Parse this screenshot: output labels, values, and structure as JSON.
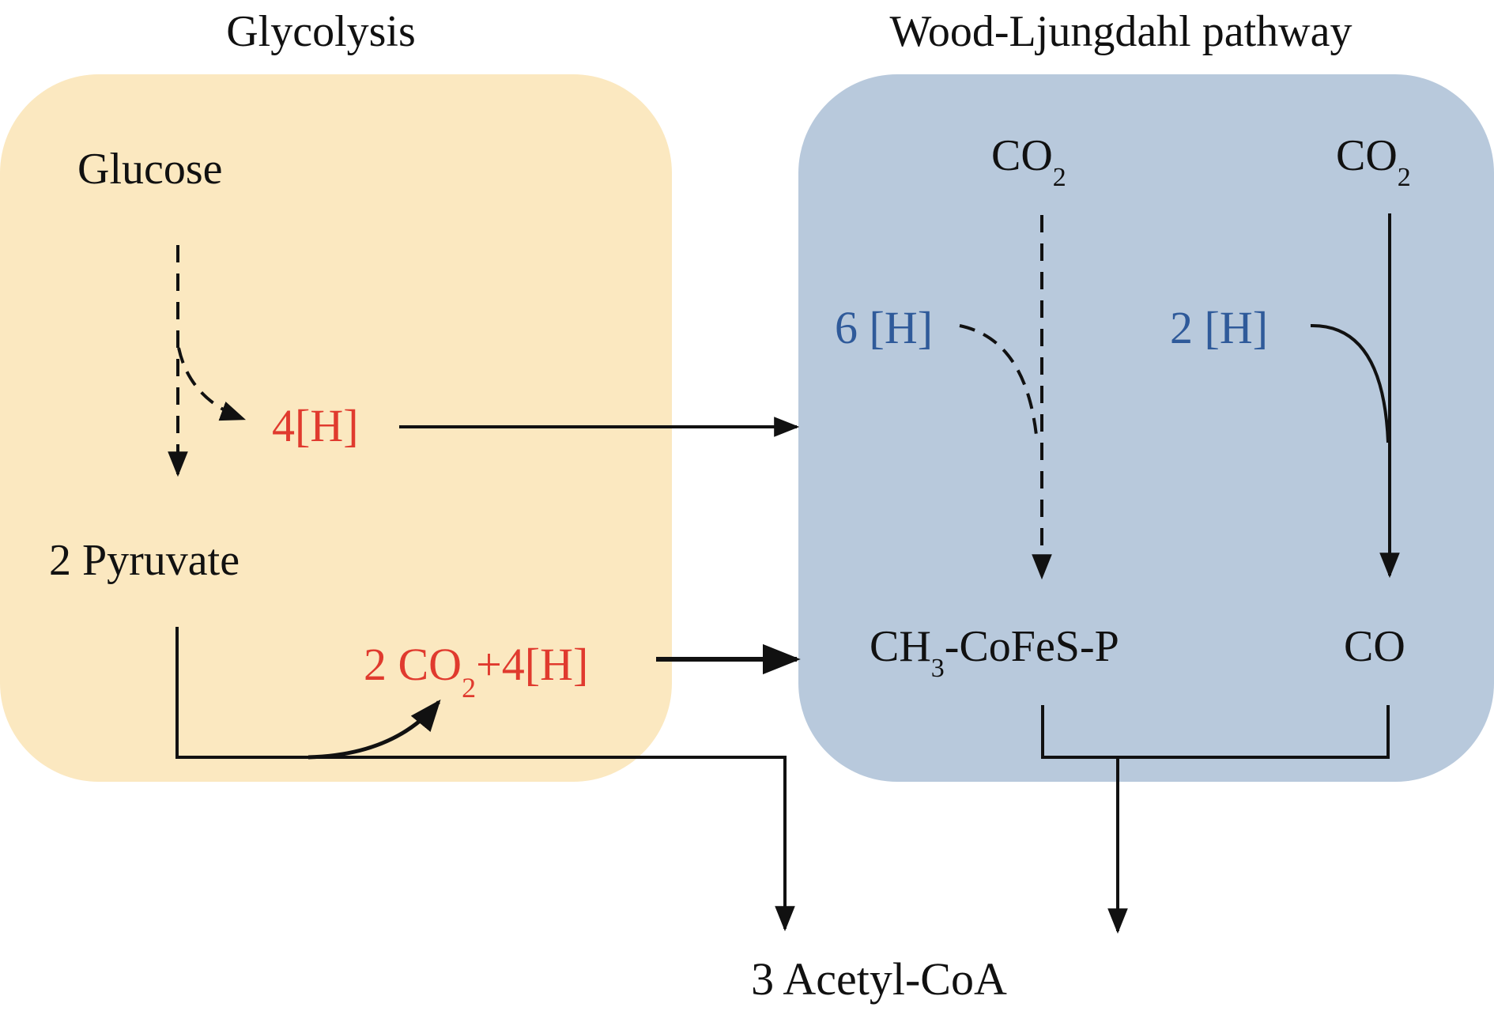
{
  "colors": {
    "glycolysis_panel": "#fbe8c0",
    "wl_panel": "#b8c9dc",
    "red_text": "#e03a2e",
    "blue_text": "#2f5a9a",
    "black": "#111111"
  },
  "glycolysis": {
    "title": "Glycolysis",
    "glucose": "Glucose",
    "h4": "4[H]",
    "pyruvate": "2 Pyruvate",
    "co2_pre": "2 CO",
    "co2_sub": "2",
    "co2_post": "+4[H]"
  },
  "wood_ljungdahl": {
    "title": "Wood-Ljungdahl pathway",
    "co2_left": "CO",
    "co2_left_sub": "2",
    "co2_right": "CO",
    "co2_right_sub": "2",
    "h6": "6 [H]",
    "h2": "2 [H]",
    "ch3_pre": "CH",
    "ch3_sub": "3",
    "ch3_post": "-CoFeS-P",
    "co": "CO"
  },
  "product": {
    "label": "3 Acetyl-CoA"
  }
}
